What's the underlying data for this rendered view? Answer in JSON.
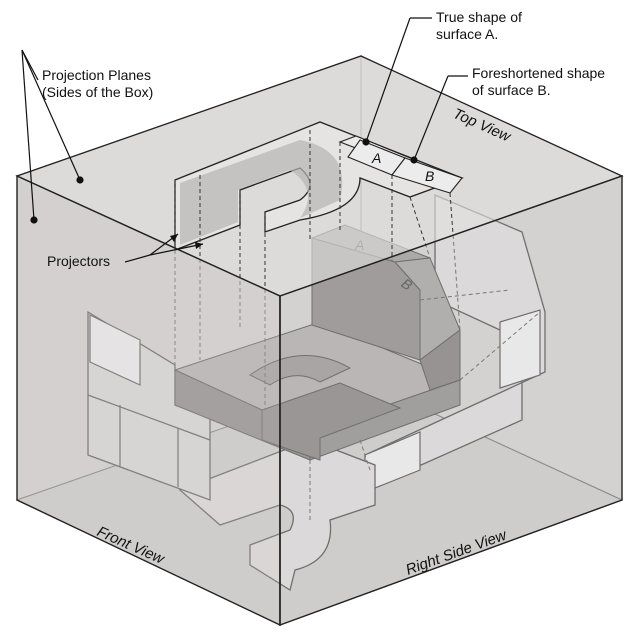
{
  "labels": {
    "projection_planes_line1": "Projection Planes",
    "projection_planes_line2": "(Sides of the Box)",
    "true_shape_line1": "True shape of",
    "true_shape_line2": "surface A.",
    "foreshortened_line1": "Foreshortened shape",
    "foreshortened_line2": "of surface B.",
    "projectors": "Projectors",
    "top_view": "Top View",
    "front_view": "Front View",
    "right_side_view": "Right Side View",
    "surface_a": "A",
    "surface_b": "B"
  },
  "colors": {
    "box_face": "#d4d1d1",
    "box_top": "#dcd9d9",
    "solid_dark": "#7b7676",
    "solid_mid": "#8f8a8a",
    "solid_light": "#a9a4a4",
    "line": "#1a1a1a"
  }
}
